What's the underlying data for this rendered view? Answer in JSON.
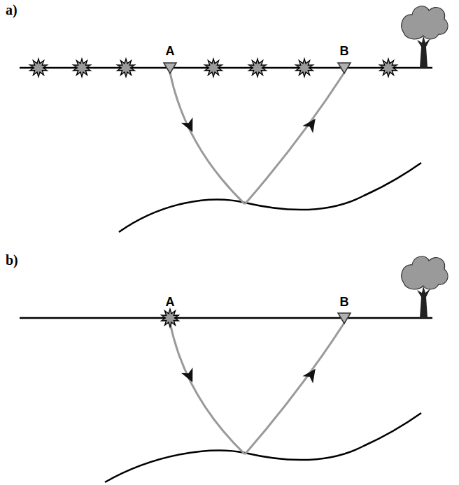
{
  "diagram": {
    "labels": [
      "a)",
      "A",
      "B",
      "b)",
      "A",
      "B"
    ]
  }
}
